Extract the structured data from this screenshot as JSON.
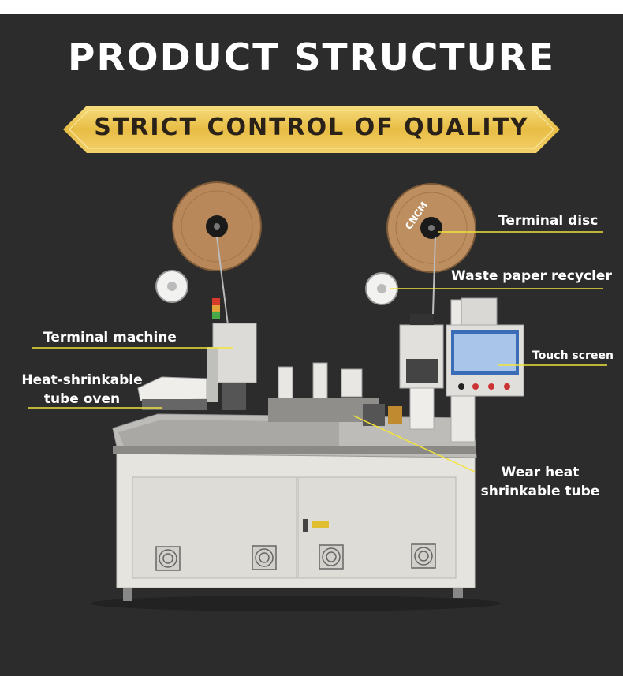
{
  "header": {
    "title": "PRODUCT STRUCTURE",
    "subtitle": "STRICT CONTROL OF QUALITY"
  },
  "labels": {
    "terminal_disc": "Terminal disc",
    "waste_paper_recycler": "Waste paper recycler",
    "terminal_machine": "Terminal machine",
    "heat_shrinkable_line1": "Heat-shrinkable",
    "heat_shrinkable_line2": "tube oven",
    "touch_screen": "Touch screen",
    "wear_heat_line1": "Wear heat",
    "wear_heat_line2": "shrinkable tube"
  },
  "brand": {
    "reel_logo": "CNCM"
  },
  "colors": {
    "background": "#2c2c2c",
    "banner_gold": "#e8bd45",
    "banner_light": "#f6dc7d",
    "callout_line": "#f2e33a",
    "title_text": "#ffffff"
  }
}
